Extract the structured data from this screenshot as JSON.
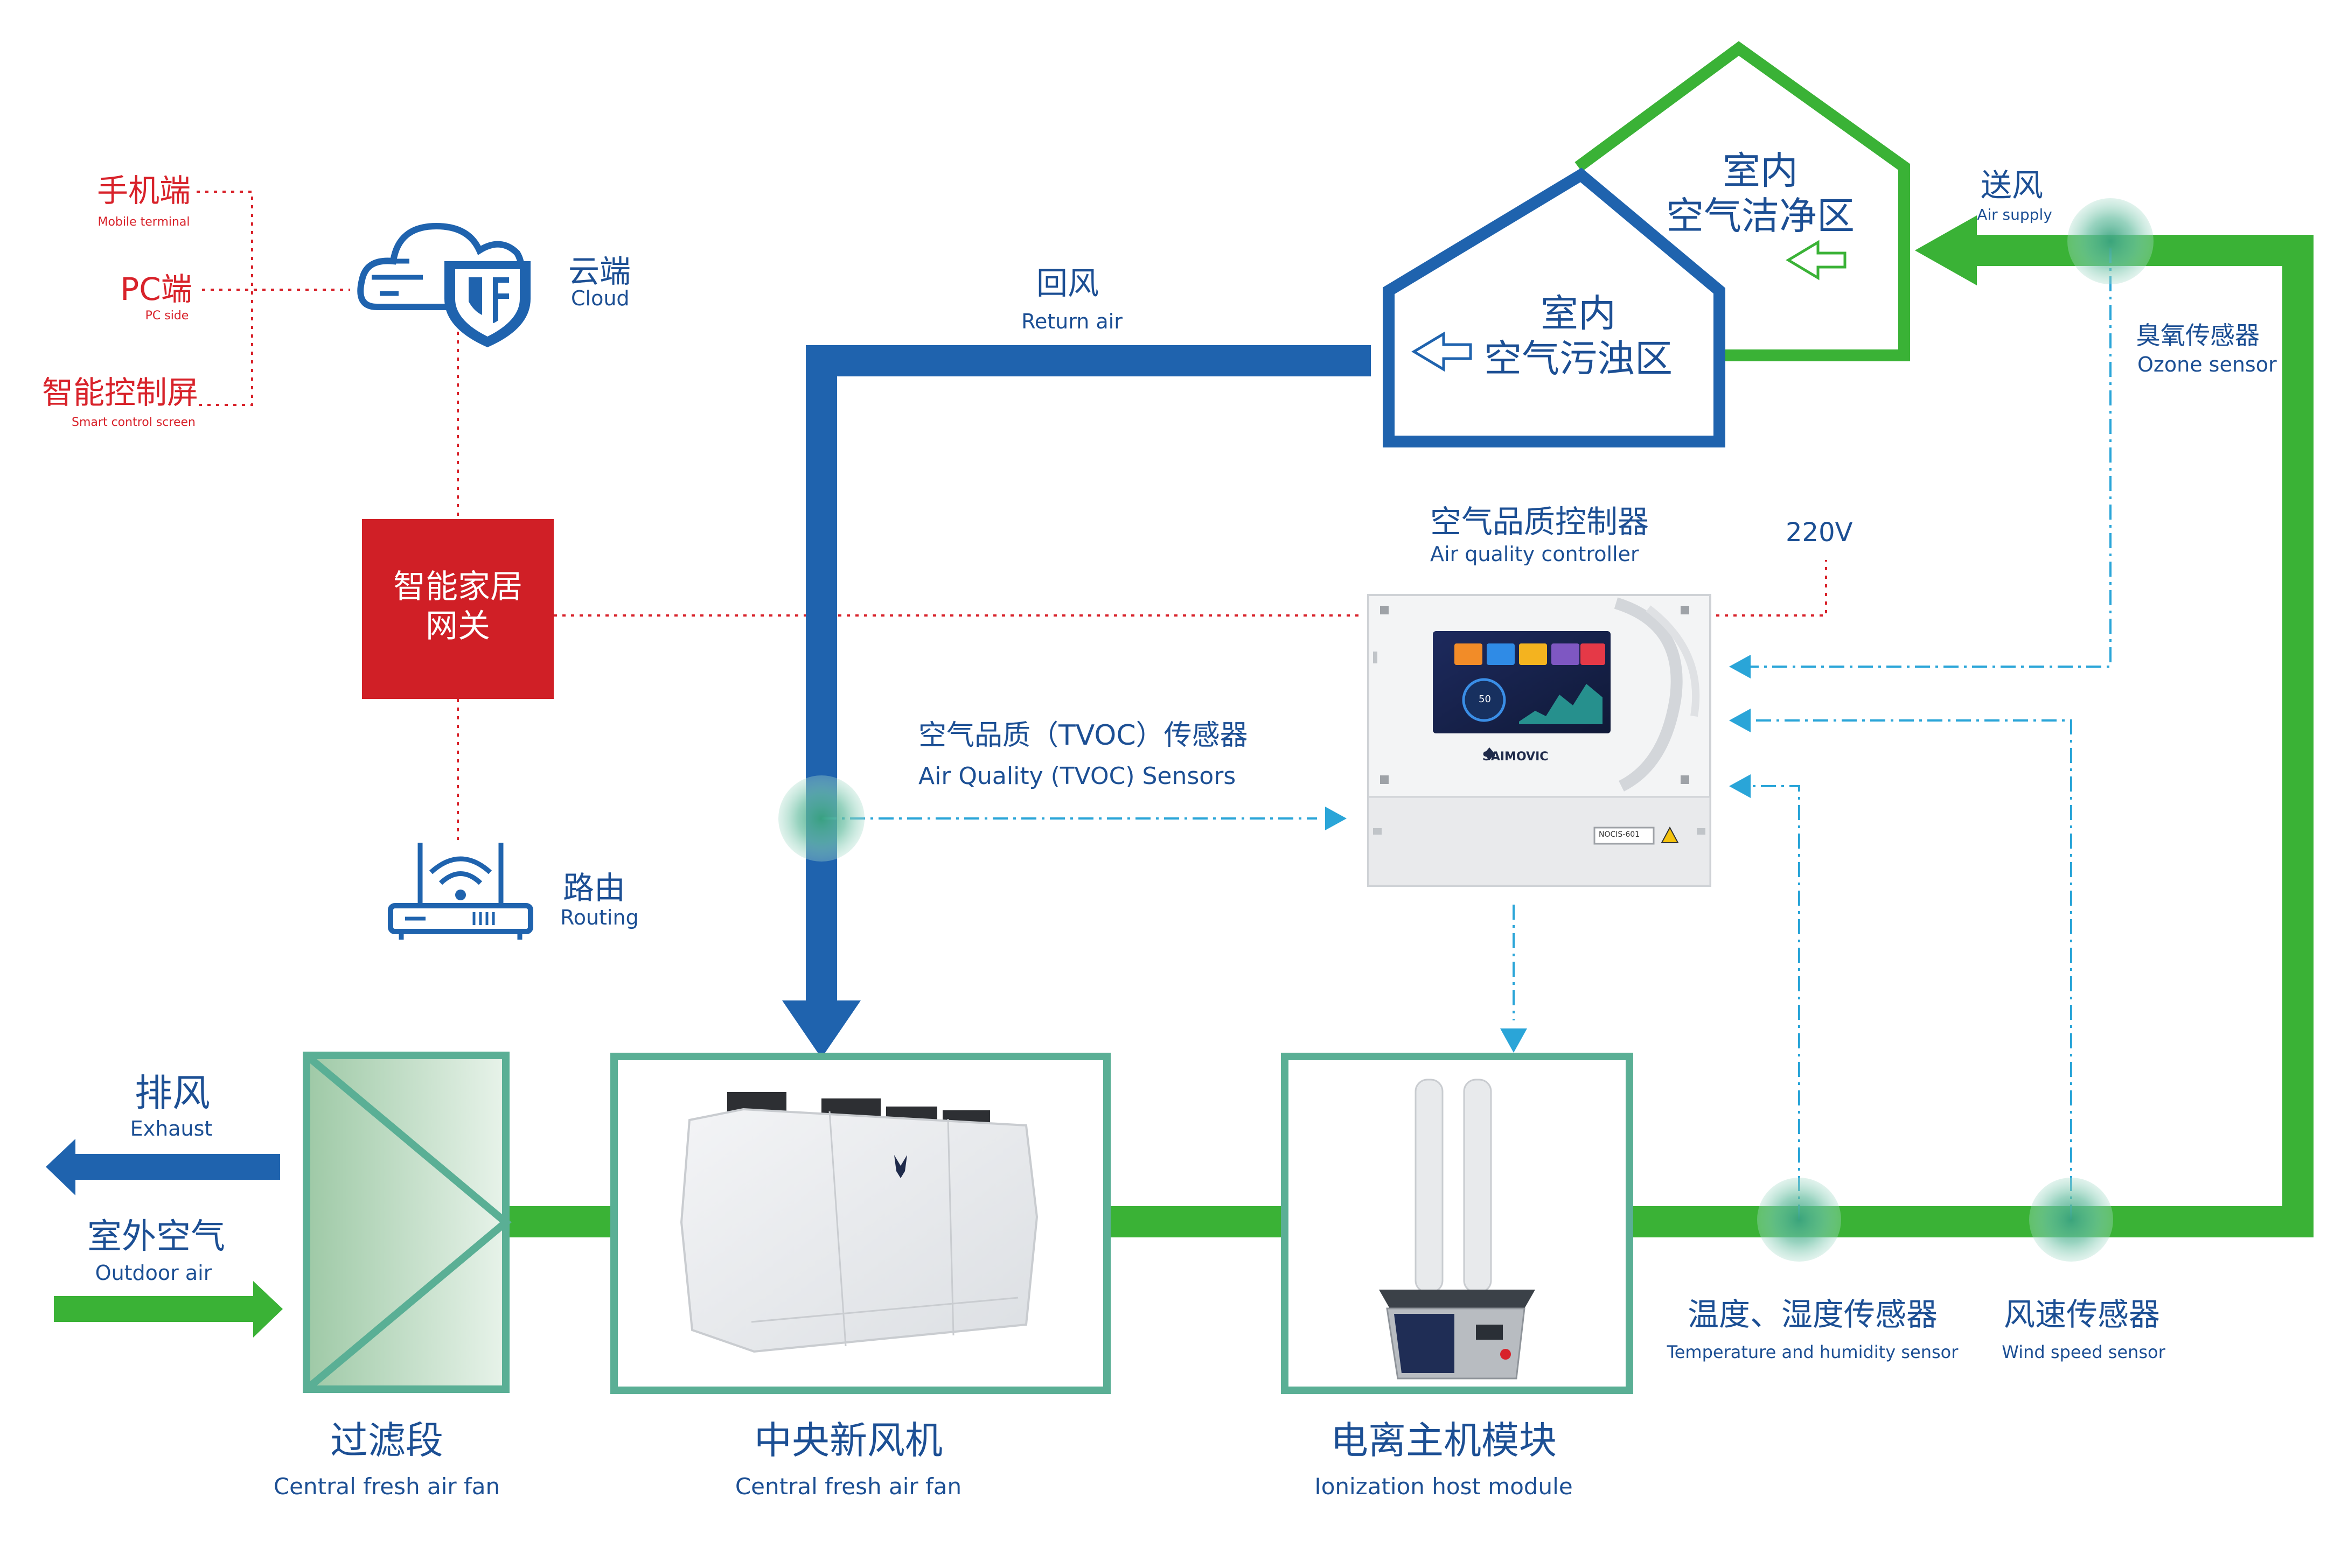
{
  "colors": {
    "blue": "#1f63ae",
    "green": "#3ab236",
    "teal": "#5aaf95",
    "red": "#d8222a",
    "cyan": "#2aa5d8"
  },
  "terminals": {
    "mobile": {
      "cn": "手机端",
      "en": "Mobile terminal"
    },
    "pc": {
      "cn": "PC端",
      "en": "PC side"
    },
    "screen": {
      "cn": "智能控制屏",
      "en": "Smart control screen"
    }
  },
  "cloud": {
    "cn": "云端",
    "en": "Cloud",
    "icon": "cloud-shield-icon"
  },
  "gateway": {
    "label": "智能家居\n网关"
  },
  "router": {
    "cn": "路由",
    "en": "Routing",
    "icon": "router-icon"
  },
  "return_air": {
    "cn": "回风",
    "en": "Return air"
  },
  "air_supply": {
    "cn": "送风",
    "en": "Air supply"
  },
  "polluted_zone": {
    "label": "室内\n空气污浊区"
  },
  "clean_zone": {
    "label": "室内\n空气洁净区"
  },
  "ozone_sensor": {
    "cn": "臭氧传感器",
    "en": "Ozone sensor"
  },
  "controller": {
    "cn": "空气品质控制器",
    "en": "Air quality controller",
    "voltage": "220V",
    "brand": "SAIMOVIC",
    "model": "NOCIS-601",
    "screen_value": "50"
  },
  "tvoc_sensor": {
    "cn": "空气品质（TVOC）传感器",
    "en": "Air Quality (TVOC) Sensors"
  },
  "exhaust": {
    "cn": "排风",
    "en": "Exhaust"
  },
  "outdoor_air": {
    "cn": "室外空气",
    "en": "Outdoor air"
  },
  "filter": {
    "cn": "过滤段",
    "en": "Central fresh air fan"
  },
  "fan": {
    "cn": "中央新风机",
    "en": "Central fresh air fan"
  },
  "ionizer": {
    "cn": "电离主机模块",
    "en": "Ionization host module"
  },
  "temp_humidity_sensor": {
    "cn": "温度、湿度传感器",
    "en": "Temperature and humidity sensor"
  },
  "wind_speed_sensor": {
    "cn": "风速传感器",
    "en": "Wind speed sensor"
  }
}
